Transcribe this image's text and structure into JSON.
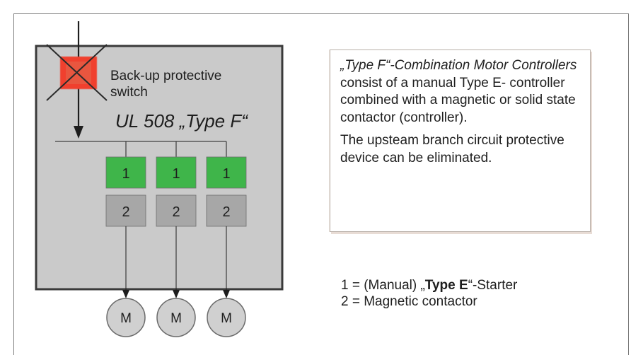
{
  "diagram": {
    "switch_label": "Back-up protective switch",
    "switch_label_line1": "Back-up protective",
    "switch_label_line2": "switch",
    "standard_label": "UL 508 „Type F“",
    "component_1_label": "1",
    "component_2_label": "2",
    "motor_label": "M",
    "colors": {
      "enclosure": "#cacaca",
      "enclosure_border": "#3a3a3a",
      "component_1": "#3fb54a",
      "component_2": "#a7a7a7",
      "switch_fill": "#f0402f",
      "motor": "#d0d0d0"
    }
  },
  "info": {
    "paragraph1_italic": "„Type F“-Combination Motor Controllers",
    "paragraph1_rest": " consist of a manual Type E- controller combined with a magnetic or solid state contactor (controller).",
    "paragraph2": "The upsteam branch circuit protective device can be eliminated."
  },
  "legend": {
    "item1_prefix": "1 = (Manual) „",
    "item1_bold": "Type E",
    "item1_suffix": "“-Starter",
    "item2": "2 = Magnetic contactor"
  }
}
